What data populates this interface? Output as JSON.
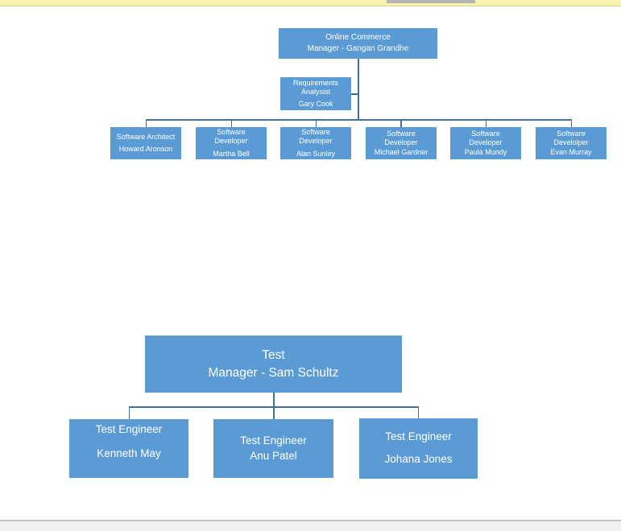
{
  "window": {
    "canvas_color": "#ffffff",
    "top_strip_color": "#f7f3ae",
    "top_strip_border_color": "#d9d08d",
    "top_scrollbar_color": "#b5b2b5",
    "bottom_strip_color": "#f0efef",
    "bottom_strip_border_color": "#c3c2c3"
  },
  "theme": {
    "box_fill": "#5b9bd5",
    "box_text": "#ffffff",
    "connector": "#41719c"
  },
  "dev_chart": {
    "root": {
      "line1": "Online Commerce",
      "line2": "Manager - Gangan Grandhe"
    },
    "assistant": {
      "role": "Requirements\nAnalysist",
      "name": "Gary Cook"
    },
    "members": [
      {
        "role": "Software Architect",
        "name": "Howard Aronson"
      },
      {
        "role": "Software\nDeveloper",
        "name": "Martha Bell"
      },
      {
        "role": "Software\nDeveloper",
        "name": "Alan Sunley"
      },
      {
        "role": "Software\nDeveloper",
        "name": "Michael Gardner"
      },
      {
        "role": "Software\nDeveloper",
        "name": "Paula Mundy"
      },
      {
        "role": "Software\nDevelolper",
        "name": "Evan Murray"
      }
    ]
  },
  "test_chart": {
    "root": {
      "line1": "Test",
      "line2": "Manager - Sam Schultz"
    },
    "members": [
      {
        "role": "Test Engineer",
        "name": "Kenneth May"
      },
      {
        "role": "Test Engineer",
        "name": "Anu Patel"
      },
      {
        "role": "Test Engineer",
        "name": "Johana Jones"
      }
    ]
  }
}
